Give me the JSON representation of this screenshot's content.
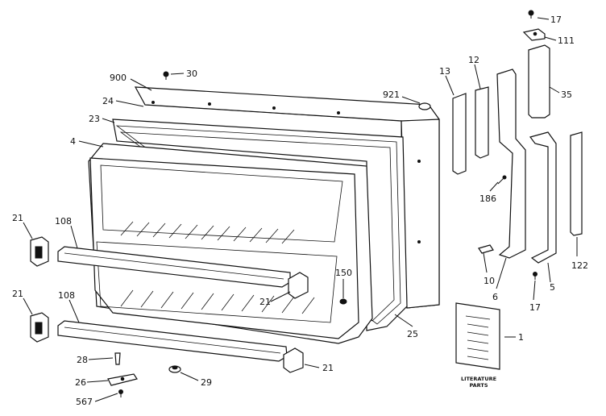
{
  "callouts": {
    "c17_top": "17",
    "c111": "111",
    "c35": "35",
    "c13": "13",
    "c12": "12",
    "c900": "900",
    "c30": "30",
    "c921": "921",
    "c24": "24",
    "c23": "23",
    "c4": "4",
    "c186": "186",
    "c21_a": "21",
    "c108_a": "108",
    "c21_b": "21",
    "c150": "150",
    "c21_c": "21",
    "c108_b": "108",
    "c10": "10",
    "c6": "6",
    "c5": "5",
    "c122": "122",
    "c17_bottom": "17",
    "c25": "25",
    "c1": "1",
    "c28": "28",
    "c26": "26",
    "c29": "29",
    "c567": "567",
    "c21_d": "21"
  },
  "literature": {
    "line1": "LITERATURE",
    "line2": "PARTS"
  }
}
